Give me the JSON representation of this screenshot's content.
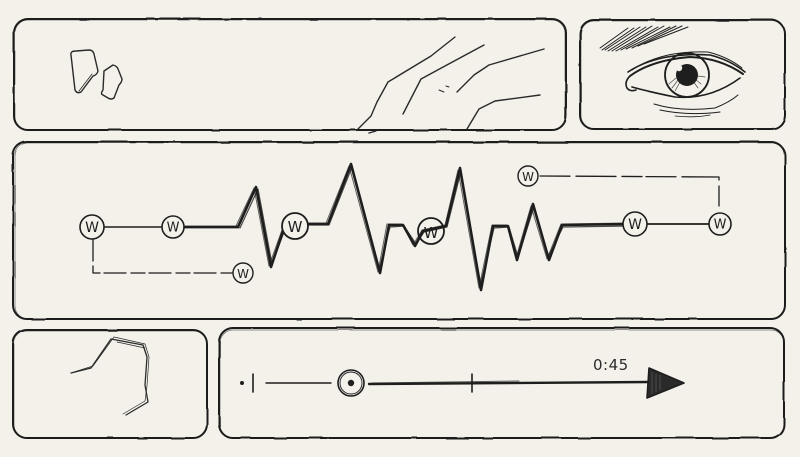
{
  "colors": {
    "paper": "#f3f1ea",
    "ink": "#1e1e1e"
  },
  "panels": {
    "header": {
      "content": "sketch-shapes-and-hand-lines"
    },
    "preview": {
      "content": "eye-illustration"
    },
    "waveform": {
      "node_label": "W",
      "nodes": [
        {
          "id": "w1",
          "label": "W"
        },
        {
          "id": "w2",
          "label": "W"
        },
        {
          "id": "w3",
          "label": "W"
        },
        {
          "id": "w4",
          "label": "W"
        },
        {
          "id": "w5",
          "label": "W"
        },
        {
          "id": "w6",
          "label": "W"
        },
        {
          "id": "w7",
          "label": "W"
        },
        {
          "id": "w8",
          "label": "W"
        }
      ]
    },
    "thumbnail": {
      "content": "hand-drawn-line-sketch"
    },
    "timeline": {
      "time": "0:45",
      "play_icon": "play-arrow-icon",
      "playhead_icon": "target-circle-icon"
    }
  }
}
